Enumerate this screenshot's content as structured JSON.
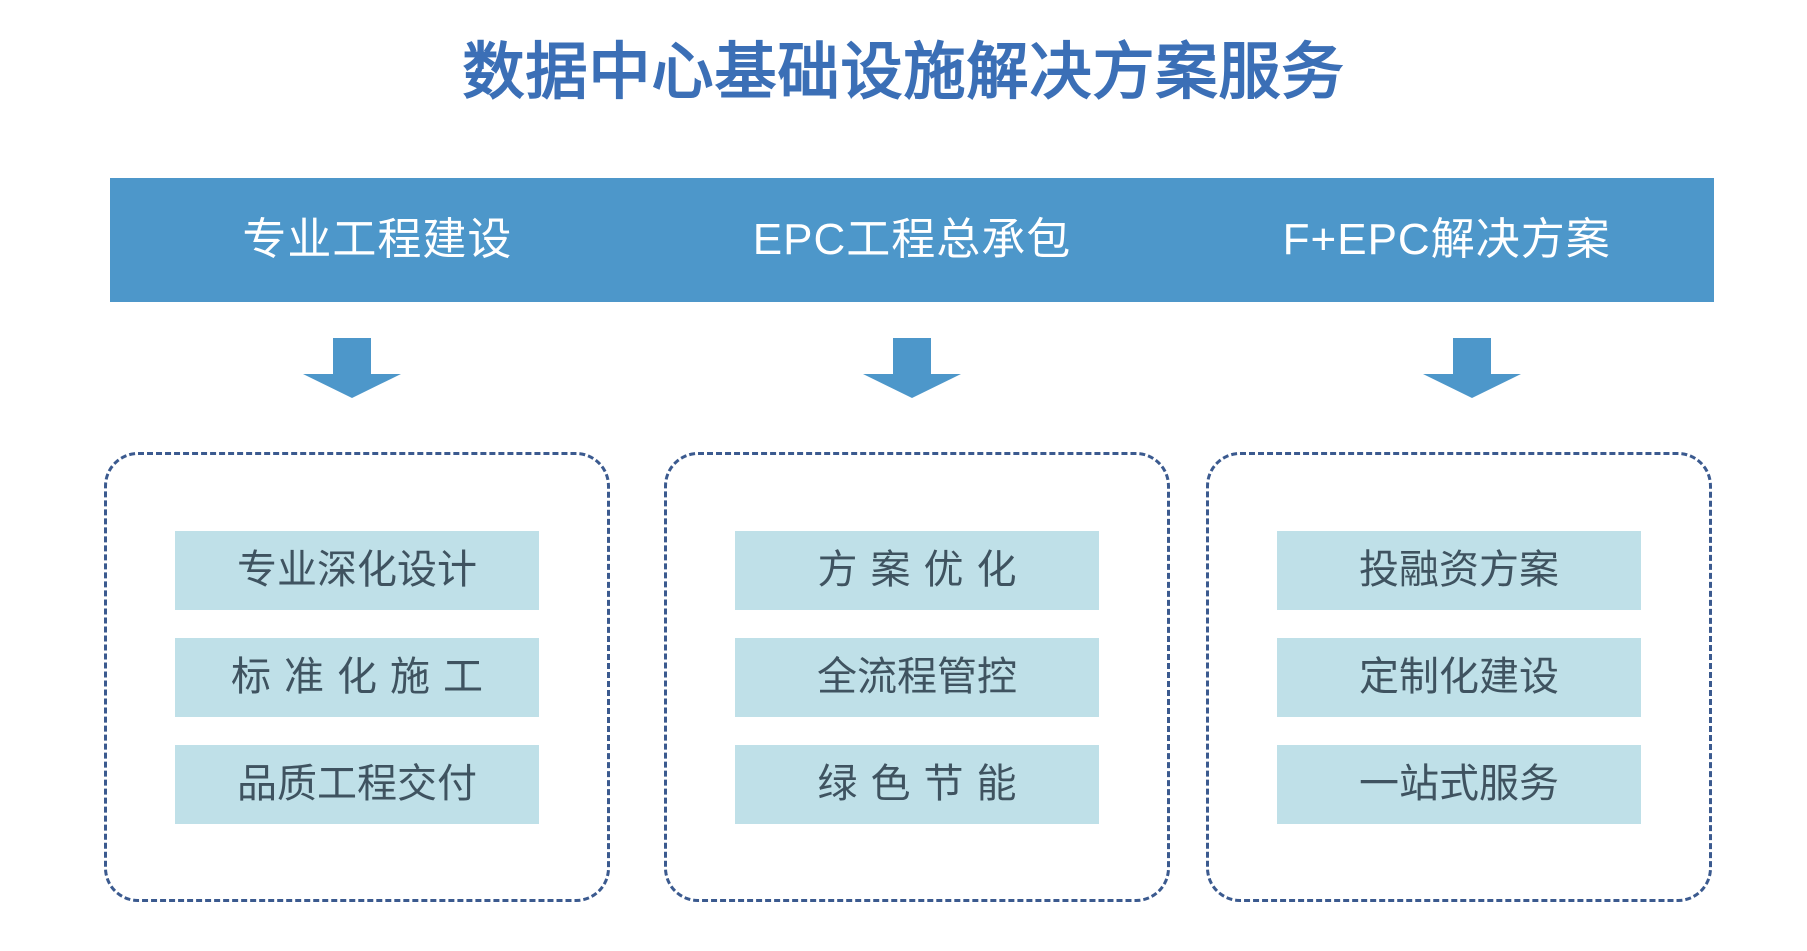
{
  "title": "数据中心基础设施解决方案服务",
  "colors": {
    "title_blue": "#3b6fb6",
    "band_blue": "#4d97ca",
    "arrow_blue": "#4d97ca",
    "dashed_border": "#3b5a8f",
    "chip_fill": "#bfe0e8",
    "chip_text": "#3f5360",
    "background": "#ffffff"
  },
  "header": {
    "columns": [
      {
        "label": "专业工程建设"
      },
      {
        "label": "EPC工程总承包"
      },
      {
        "label": "F+EPC解决方案"
      }
    ]
  },
  "arrows": [
    {
      "name": "down-arrow-1"
    },
    {
      "name": "down-arrow-2"
    },
    {
      "name": "down-arrow-3"
    }
  ],
  "groups": [
    {
      "name": "专业工程建设",
      "items": [
        {
          "label": "专业深化设计",
          "spaced": false
        },
        {
          "label": "标准化施工",
          "spaced": true
        },
        {
          "label": "品质工程交付",
          "spaced": false
        }
      ]
    },
    {
      "name": "EPC工程总承包",
      "items": [
        {
          "label": "方案优化",
          "spaced": true
        },
        {
          "label": "全流程管控",
          "spaced": false
        },
        {
          "label": "绿色节能",
          "spaced": true
        }
      ]
    },
    {
      "name": "F+EPC解决方案",
      "items": [
        {
          "label": "投融资方案",
          "spaced": false
        },
        {
          "label": "定制化建设",
          "spaced": false
        },
        {
          "label": "一站式服务",
          "spaced": false
        }
      ]
    }
  ]
}
